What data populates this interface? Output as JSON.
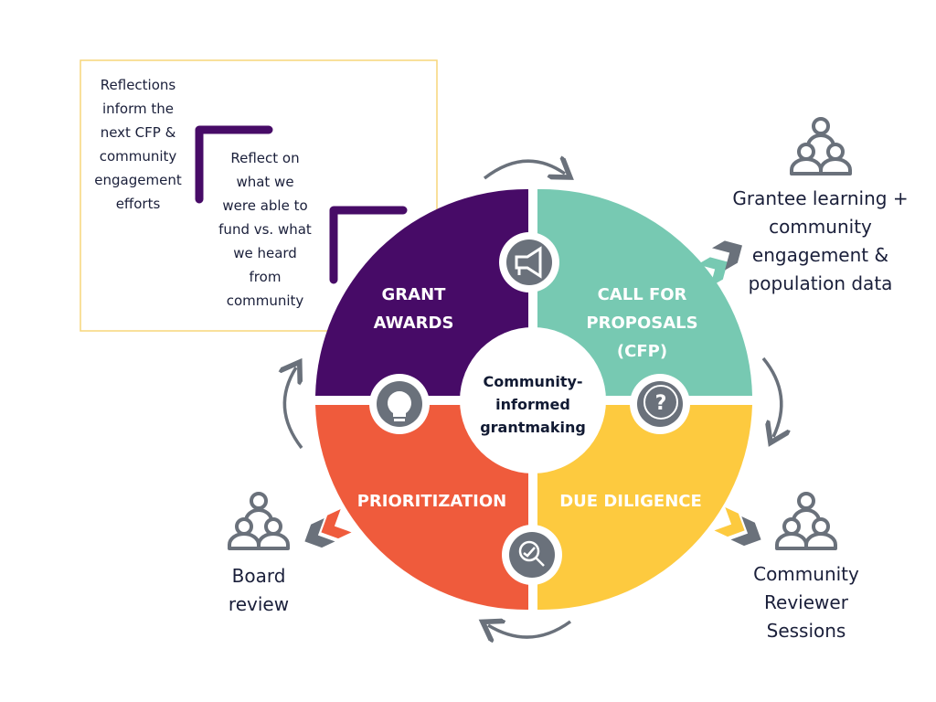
{
  "colors": {
    "grant_awards": "#470b67",
    "call_for_proposals": "#77c9b2",
    "prioritization": "#ef5b3c",
    "due_diligence": "#fdca3f",
    "icon_gray": "#6a717b",
    "box_border": "#f7d57a"
  },
  "center": {
    "title": "Community-\ninformed\ngrantmaking"
  },
  "quadrants": {
    "grant_awards": "GRANT\nAWARDS",
    "call_for_proposals": "CALL FOR\nPROPOSALS\n(CFP)",
    "prioritization": "PRIORITIZATION",
    "due_diligence": "DUE DILIGENCE"
  },
  "icons": {
    "top": "megaphone-icon",
    "right": "question-bubble-icon",
    "bottom": "magnifier-chart-icon",
    "left": "lightbulb-icon"
  },
  "reflection_box": {
    "outer": "Reflections\ninform the\nnext CFP &\ncommunity\nengagement\nefforts",
    "inner": "Reflect on\nwhat we\nwere able to\nfund vs. what\nwe heard\nfrom\ncommunity"
  },
  "side_labels": {
    "grantee": "Grantee learning +\ncommunity\nengagement &\npopulation data",
    "board": "Board\nreview",
    "reviewer": "Community\nReviewer\nSessions"
  }
}
